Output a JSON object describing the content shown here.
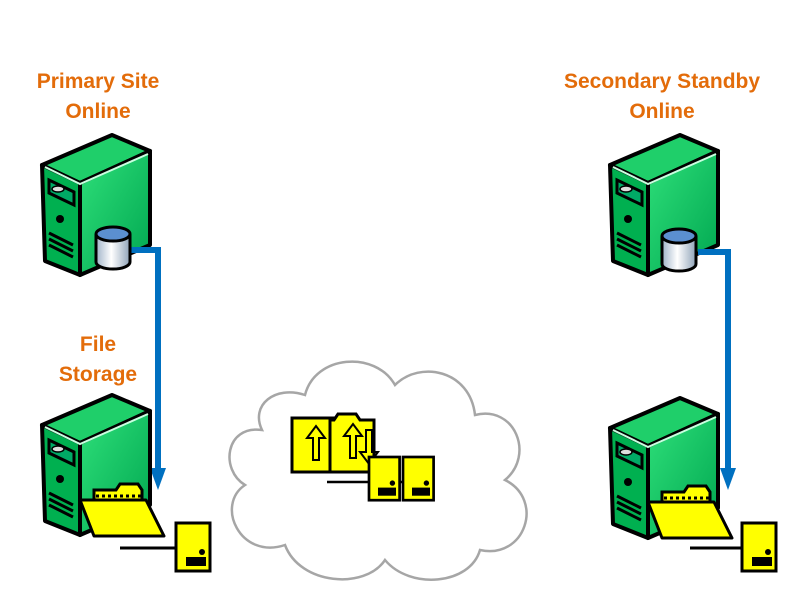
{
  "labels": {
    "primary_line1": "Primary Site",
    "primary_line2": "Online",
    "storage_line1": "File",
    "storage_line2": "Storage",
    "secondary_line1": "Secondary Standby",
    "secondary_line2": "Online"
  },
  "colors": {
    "label": "#E36C0A",
    "server": "#00B050",
    "pipe": "#0070C0",
    "folder": "#FFFF00",
    "cloud_stroke": "#A6A6A6"
  },
  "icons": [
    "server-icon",
    "database-icon",
    "folder-icon",
    "drive-icon",
    "cloud-icon",
    "transfer-folder-icon"
  ]
}
